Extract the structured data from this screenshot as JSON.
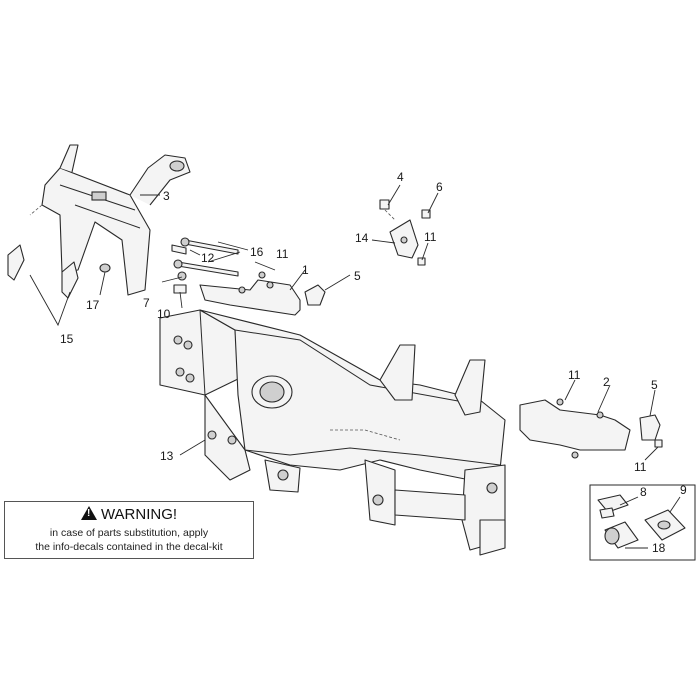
{
  "callouts": {
    "c1": "1",
    "c2": "2",
    "c3": "3",
    "c4": "4",
    "c5a": "5",
    "c5b": "5",
    "c6": "6",
    "c7": "7",
    "c8": "8",
    "c9": "9",
    "c10": "10",
    "c11a": "11",
    "c11b": "11",
    "c11c": "11",
    "c11d": "11",
    "c12": "12",
    "c13": "13",
    "c14": "14",
    "c15": "15",
    "c16": "16",
    "c17": "17",
    "c18": "18"
  },
  "warning": {
    "title": "WARNING!",
    "symbol": "!",
    "line1": "in case of parts substitution, apply",
    "line2": "the info-decals contained in the decal-kit"
  },
  "colors": {
    "ink": "#2a2a2a",
    "part_fill": "#f4f4f4",
    "shade": "#cfcfcf"
  }
}
